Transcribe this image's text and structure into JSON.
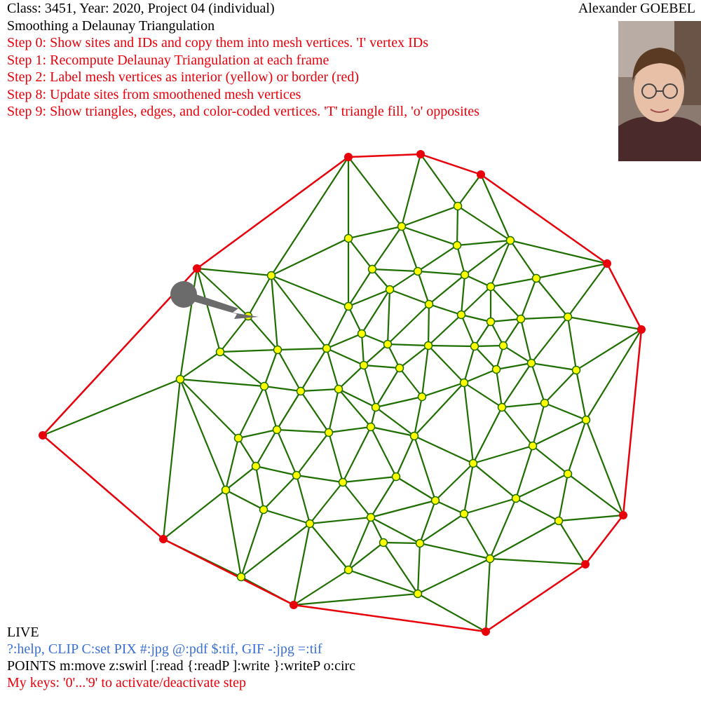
{
  "header": {
    "class_line": "Class: 3451, Year: 2020, Project 04 (individual)",
    "author": "Alexander GOEBEL",
    "title": "Smoothing a Delaunay Triangulation",
    "steps": [
      "Step 0: Show sites and IDs and copy them into mesh vertices. 'I' vertex IDs",
      "Step 1: Recompute Delaunay Triangulation at each frame",
      "Step 2: Label mesh vertices as interior (yellow) or border (red)",
      "Step 8: Update sites from smoothened mesh vertices",
      "Step 9: Show triangles, edges, and color-coded vertices. 'T' triangle fill, 'o' opposites"
    ]
  },
  "footer": {
    "mode": "LIVE",
    "help_line": "?:help, CLIP C:set PIX #:jpg @:pdf $:tif, GIF -:jpg =:tif",
    "points_line": "POINTS m:move z:swirl [:read {:readP ]:write }:writeP o:circ",
    "my_keys_line": "My keys: '0'...'9' to activate/deactivate step"
  },
  "colors": {
    "step_text": "#e8000a",
    "help_text": "#3a6fd8",
    "interior_vertex": "#ffff00",
    "border_vertex": "#e8000a",
    "edge": "#1f6e00",
    "border_edge": "#e8000a",
    "pointer": "#6b6b6b"
  },
  "photo": {
    "icon": "portrait-photo"
  }
}
